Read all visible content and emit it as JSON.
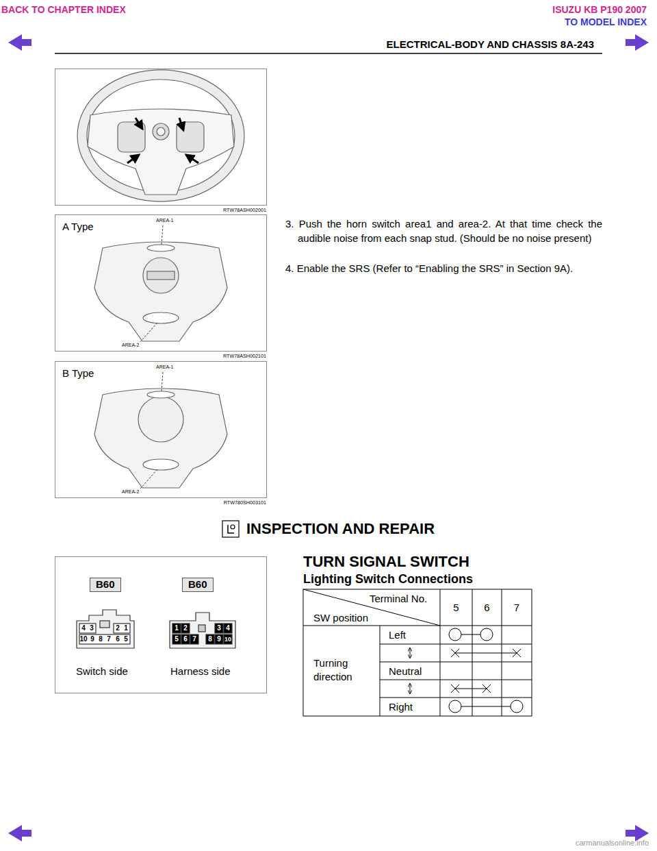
{
  "diagram": {
    "nodes": [
      {
        "text": [
          "RTW78ASH002001"
        ]
      },
      {
        "text": [
          "A Type",
          "AREA-1",
          "AREA-2",
          "RTW78ASH002101"
        ]
      },
      {
        "text": [
          "B Type",
          "AREA-1",
          "AREA-2",
          "RTW780SH003101"
        ]
      },
      {
        "text": [
          "B60",
          "B60",
          "Switch side",
          "Harness side"
        ]
      }
    ],
    "labels": [
      "BACK TO CHAPTER INDEX",
      "ISUZU KB P190 2007",
      "TO MODEL INDEX",
      "ELECTRICAL-BODY AND CHASSIS 8A-243",
      "3. Push the horn switch area1 and area-2. At that time check the audible noise from each snap stud. (Should be no noise present)",
      "4. Enable the SRS (Refer to “Enabling the SRS” in Section 9A).",
      "INSPECTION AND REPAIR",
      "TURN SIGNAL SWITCH",
      "Lighting Switch Connections",
      "Terminal No.",
      "SW position",
      "5",
      "6",
      "7",
      "Turning direction",
      "Left",
      "Neutral",
      "Right",
      "4",
      "3",
      "2",
      "1",
      "10",
      "9",
      "8",
      "7",
      "6",
      "5",
      "1",
      "2",
      "3",
      "4",
      "5",
      "6",
      "7",
      "8",
      "9",
      "10",
      "carmanualsonline.info"
    ]
  }
}
